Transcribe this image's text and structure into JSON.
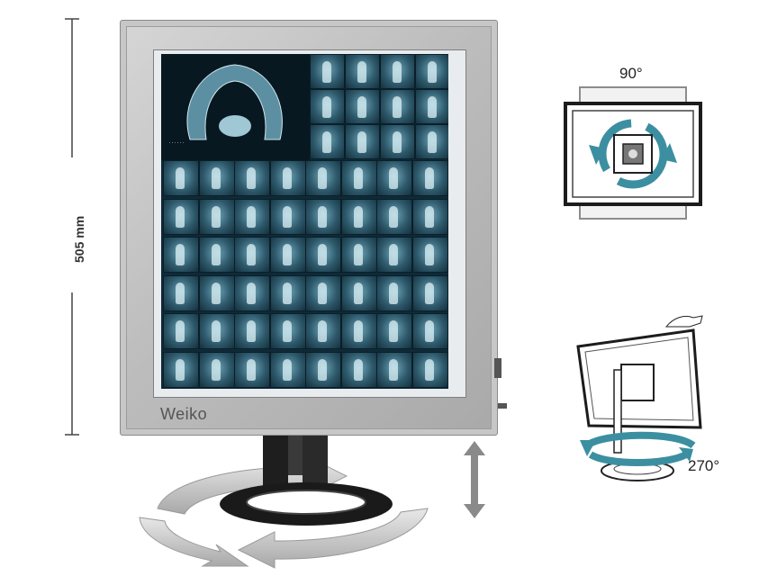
{
  "dimension": {
    "label": "505 mm"
  },
  "monitor": {
    "brand": "Weiko"
  },
  "rotation_pivot": {
    "label": "90°"
  },
  "rotation_swivel": {
    "label": "270°"
  },
  "colors": {
    "arrow_teal": "#3b8fa0",
    "frame_gray": "#bdbdbd",
    "screen_dark": "#0f2a38"
  },
  "icons": [
    "height-adjust-arrow-icon",
    "swivel-arrow-icon",
    "pivot-rotate-icon",
    "hand-icon"
  ]
}
